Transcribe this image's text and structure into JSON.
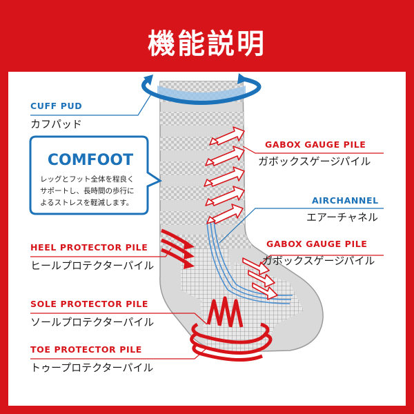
{
  "title": "機能説明",
  "colors": {
    "frame": "#d7141a",
    "blue": "#1c72b8",
    "sock": "#d9d9d9"
  },
  "labels": {
    "cuff": {
      "en": "CUFF PUD",
      "jp": "カフパッド"
    },
    "gabox_upper": {
      "en": "GABOX GAUGE PILE",
      "jp": "ガボックスゲージパイル"
    },
    "airchannel": {
      "en": "AIRCHANNEL",
      "jp": "エアーチャネル"
    },
    "gabox_lower": {
      "en": "GABOX GAUGE PILE",
      "jp": "ガボックスゲージパイル"
    },
    "heel": {
      "en": "HEEL PROTECTOR PILE",
      "jp": "ヒールプロテクターパイル"
    },
    "sole": {
      "en": "SOLE PROTECTOR PILE",
      "jp": "ソールプロテクターパイル"
    },
    "toe": {
      "en": "TOE PROTECTOR PILE",
      "jp": "トゥープロテクターパイル"
    }
  },
  "comfoot": {
    "title": "COMFOOT",
    "lines": [
      "レッグとフット全体を程良く",
      "サポートし、長時間の歩行に",
      "よるストレスを軽減します。"
    ]
  },
  "icons": [
    "rotation-arrow-icon",
    "ventilation-arrow-icon",
    "protection-chevron-icon"
  ]
}
